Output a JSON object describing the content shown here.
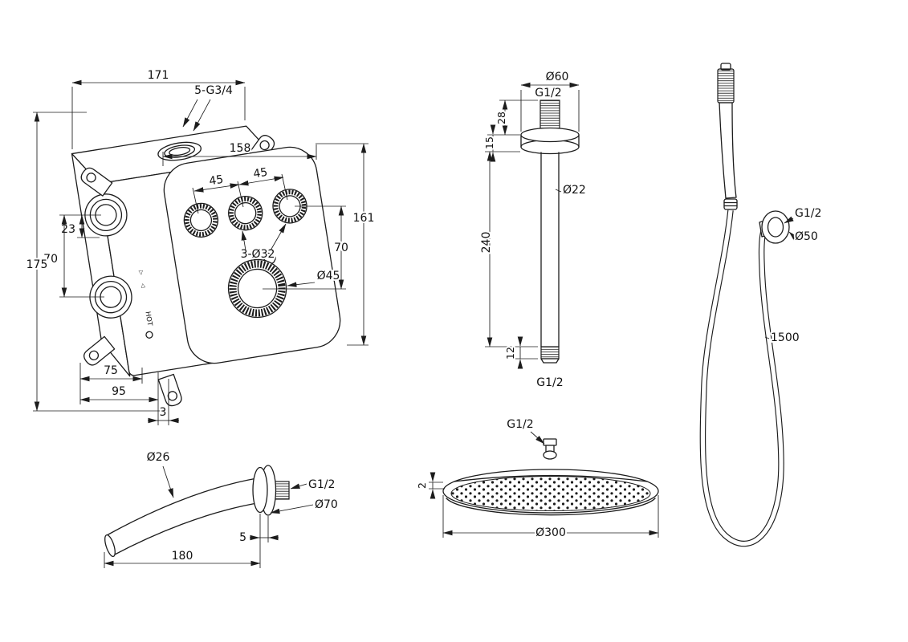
{
  "colors": {
    "line": "#1c1c1c",
    "background": "#ffffff"
  },
  "valve": {
    "body_width": "171",
    "top_ports": "5-G3/4",
    "plate_width": "158",
    "knob_pitch_a": "45",
    "knob_pitch_b": "45",
    "plate_height": "161",
    "port_offset": "23",
    "port_pitch": "70",
    "body_height": "175",
    "knob_note": "3-Ø32",
    "knob_drop": "70",
    "big_knob": "Ø45",
    "hot": "HOT",
    "tri_left": "▷",
    "tri_right": "◁",
    "depth_a": "75",
    "depth_b": "95",
    "plate_thk": "3"
  },
  "arm": {
    "flange": "Ø60",
    "thread_top": "G1/2",
    "thread_len": "28",
    "flange_thk": "15",
    "tube": "Ø22",
    "length": "240",
    "tip_len": "12",
    "thread_bottom": "G1/2"
  },
  "hand": {
    "thread": "G1/2",
    "flange": "Ø50",
    "hose_length": "1500"
  },
  "spout": {
    "tube": "Ø26",
    "thread": "G1/2",
    "flange": "Ø70",
    "flange_thk": "5",
    "length": "180"
  },
  "head": {
    "thread": "G1/2",
    "rim_thk": "2",
    "diameter": "Ø300"
  }
}
